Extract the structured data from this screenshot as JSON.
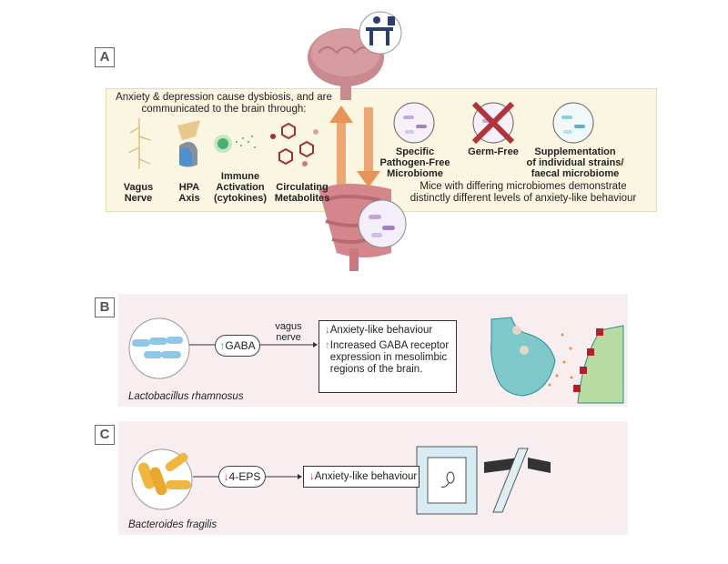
{
  "panel_labels": {
    "a": "A",
    "b": "B",
    "c": "C"
  },
  "panel_a": {
    "left_title": "Anxiety & depression cause dysbiosis, and are communicated to the brain through:",
    "pathways": [
      {
        "label_1": "Vagus",
        "label_2": "Nerve"
      },
      {
        "label_1": "HPA",
        "label_2": "Axis"
      },
      {
        "label_1": "Immune",
        "label_2": "Activation",
        "label_3": "(cytokines)"
      },
      {
        "label_1": "Circulating",
        "label_2": "Metabolites"
      }
    ],
    "microbiomes": [
      {
        "label_1": "Specific",
        "label_2": "Pathogen-Free",
        "label_3": "Microbiome"
      },
      {
        "label_1": "Germ-Free"
      },
      {
        "label_1": "Supplementation",
        "label_2": "of individual strains/",
        "label_3": "faecal microbiome"
      }
    ],
    "right_caption_1": "Mice with differing microbiomes demonstrate",
    "right_caption_2": "distinctly different levels of anxiety-like behaviour"
  },
  "panel_b": {
    "bacterium": "Lactobacillus rhamnosus",
    "molecule": "GABA",
    "route_1": "vagus",
    "route_2": "nerve",
    "effect_1": "Anxiety-like behaviour",
    "effect_2_1": "Increased GABA receptor",
    "effect_2_2": "expression in mesolimbic",
    "effect_2_3": "regions of the brain."
  },
  "panel_c": {
    "bacterium": "Bacteroides fragilis",
    "molecule": "4-EPS",
    "effect": "Anxiety-like behaviour"
  },
  "colors": {
    "arrow": "#e8935a",
    "up_arrow": "#4caf50",
    "down_arrow": "#e0284a",
    "panel_a_bg": "#fbf6e2",
    "panel_bc_bg": "#f8eef0"
  }
}
